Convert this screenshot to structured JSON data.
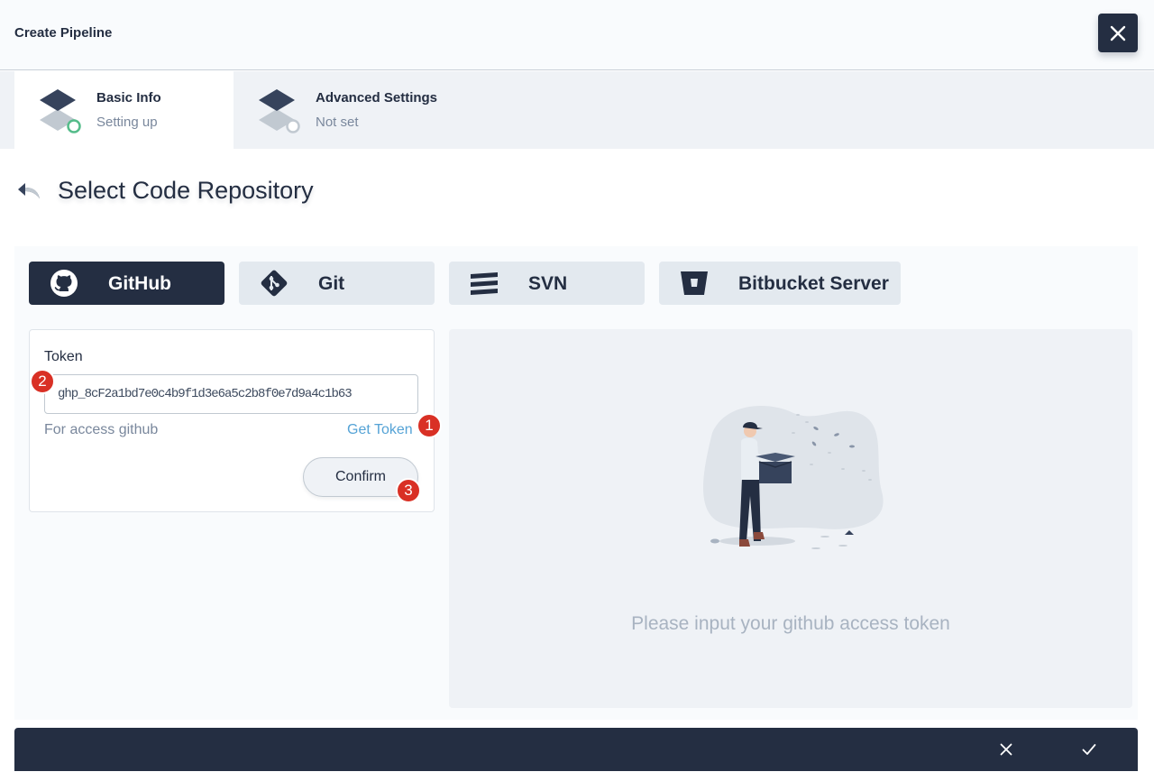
{
  "header": {
    "title": "Create Pipeline",
    "close_icon": "close-icon"
  },
  "steps": [
    {
      "title": "Basic Info",
      "subtitle": "Setting up",
      "status": "active",
      "status_color": "#55bc8a"
    },
    {
      "title": "Advanced Settings",
      "subtitle": "Not set",
      "status": "pending",
      "status_color": "#c1c9d1"
    }
  ],
  "page": {
    "title": "Select Code Repository",
    "back_icon": "back-arrow-icon"
  },
  "tabs": [
    {
      "label": "GitHub",
      "icon": "github-icon",
      "selected": true
    },
    {
      "label": "Git",
      "icon": "git-icon",
      "selected": false
    },
    {
      "label": "SVN",
      "icon": "svn-icon",
      "selected": false
    },
    {
      "label": "Bitbucket Server",
      "icon": "bitbucket-icon",
      "selected": false
    }
  ],
  "token_form": {
    "label": "Token",
    "value": "ghp_8cF2a1bd7e0c4b9f1d3e6a5c2b8f0e7d9a4c1b63",
    "description": "For access github",
    "get_token_label": "Get Token",
    "confirm_label": "Confirm"
  },
  "markers": [
    "1",
    "2",
    "3"
  ],
  "empty_state": {
    "message": "Please input your github access token",
    "illustration": "person-holding-box-illustration"
  },
  "footer": {
    "cancel_icon": "close-icon",
    "confirm_icon": "check-icon"
  },
  "colors": {
    "primary": "#242e42",
    "success": "#55bc8a",
    "link": "#55a3d6",
    "marker": "#d93025"
  }
}
